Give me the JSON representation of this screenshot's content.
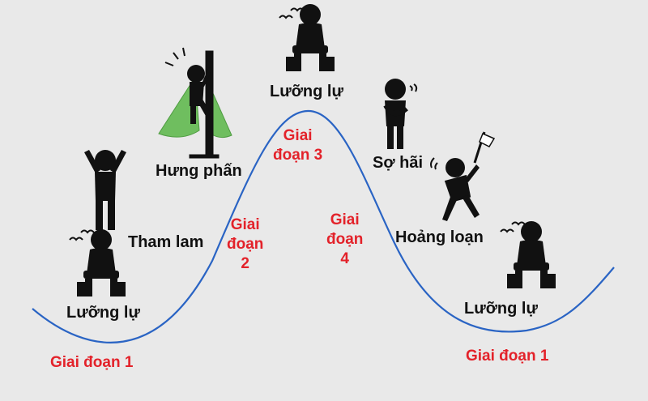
{
  "colors": {
    "background": "#e9e9e9",
    "curve": "#2a64c4",
    "stage_text": "#e3222a",
    "emotion_text": "#111111",
    "cape": "#6fbe5f",
    "figure": "#111111"
  },
  "emotions": {
    "left_hesitation": "Lưỡng lự",
    "greed": "Tham lam",
    "excitement": "Hưng phấn",
    "top_hesitation": "Lưỡng lự",
    "fear": "Sợ hãi",
    "panic": "Hoảng loạn",
    "right_hesitation": "Lưỡng lự"
  },
  "stages": {
    "stage1_left": "Giai đoạn 1",
    "stage2": "Giai\nđoạn\n2",
    "stage3": "Giai\nđoạn 3",
    "stage4": "Giai\nđoạn\n4",
    "stage1_right": "Giai đoạn 1"
  },
  "icons": [
    "hesitant-seated-figure-icon",
    "arms-raised-figure-icon",
    "climbing-caped-figure-icon",
    "hesitant-seated-figure-icon",
    "scared-figure-icon",
    "panic-white-flag-figure-icon",
    "hesitant-seated-figure-icon"
  ]
}
